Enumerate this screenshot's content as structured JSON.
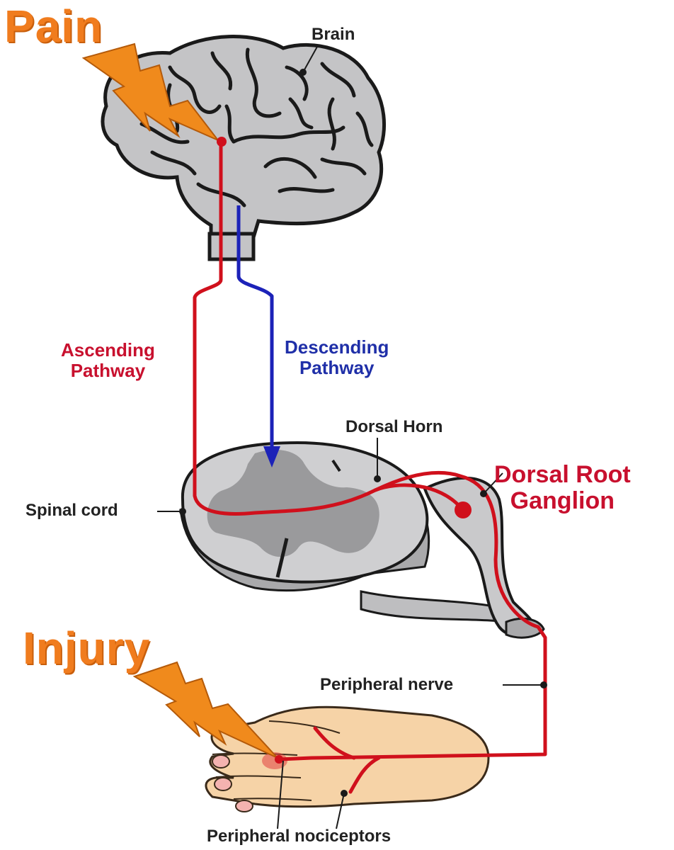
{
  "labels": {
    "pain": "Pain",
    "injury": "Injury",
    "brain": "Brain",
    "ascending_pathway": [
      "Ascending",
      "Pathway"
    ],
    "descending_pathway": [
      "Descending",
      "Pathway"
    ],
    "dorsal_horn": "Dorsal Horn",
    "dorsal_root_ganglion": [
      "Dorsal Root",
      "Ganglion"
    ],
    "spinal_cord": "Spinal cord",
    "peripheral_nerve": "Peripheral nerve",
    "peripheral_nociceptors": "Peripheral nociceptors"
  },
  "colors": {
    "ascending": "#d0101c",
    "descending": "#1c22b8",
    "pain_bolt": "#f08a1c",
    "brain_fill": "#c4c4c6",
    "cord_fill": "#cfcfd1",
    "grey_matter": "#9a9a9c",
    "skin": "#f6d3a7"
  }
}
